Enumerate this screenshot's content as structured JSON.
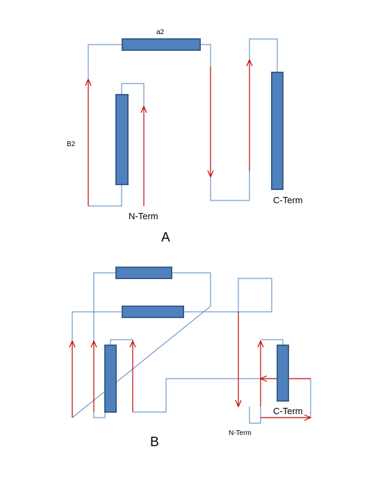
{
  "colors": {
    "helix_fill": "#4f81bd",
    "helix_stroke": "#385d8a",
    "connector": "#4f81bd",
    "strand_arrow": "#c00000",
    "background": "#ffffff"
  },
  "panel_a": {
    "caption": "A",
    "label_a2": "a2",
    "label_b2": "B2",
    "n_term": "N-Term",
    "c_term": "C-Term"
  },
  "panel_b": {
    "caption": "B",
    "n_term": "N-Term",
    "c_term": "C-Term"
  }
}
